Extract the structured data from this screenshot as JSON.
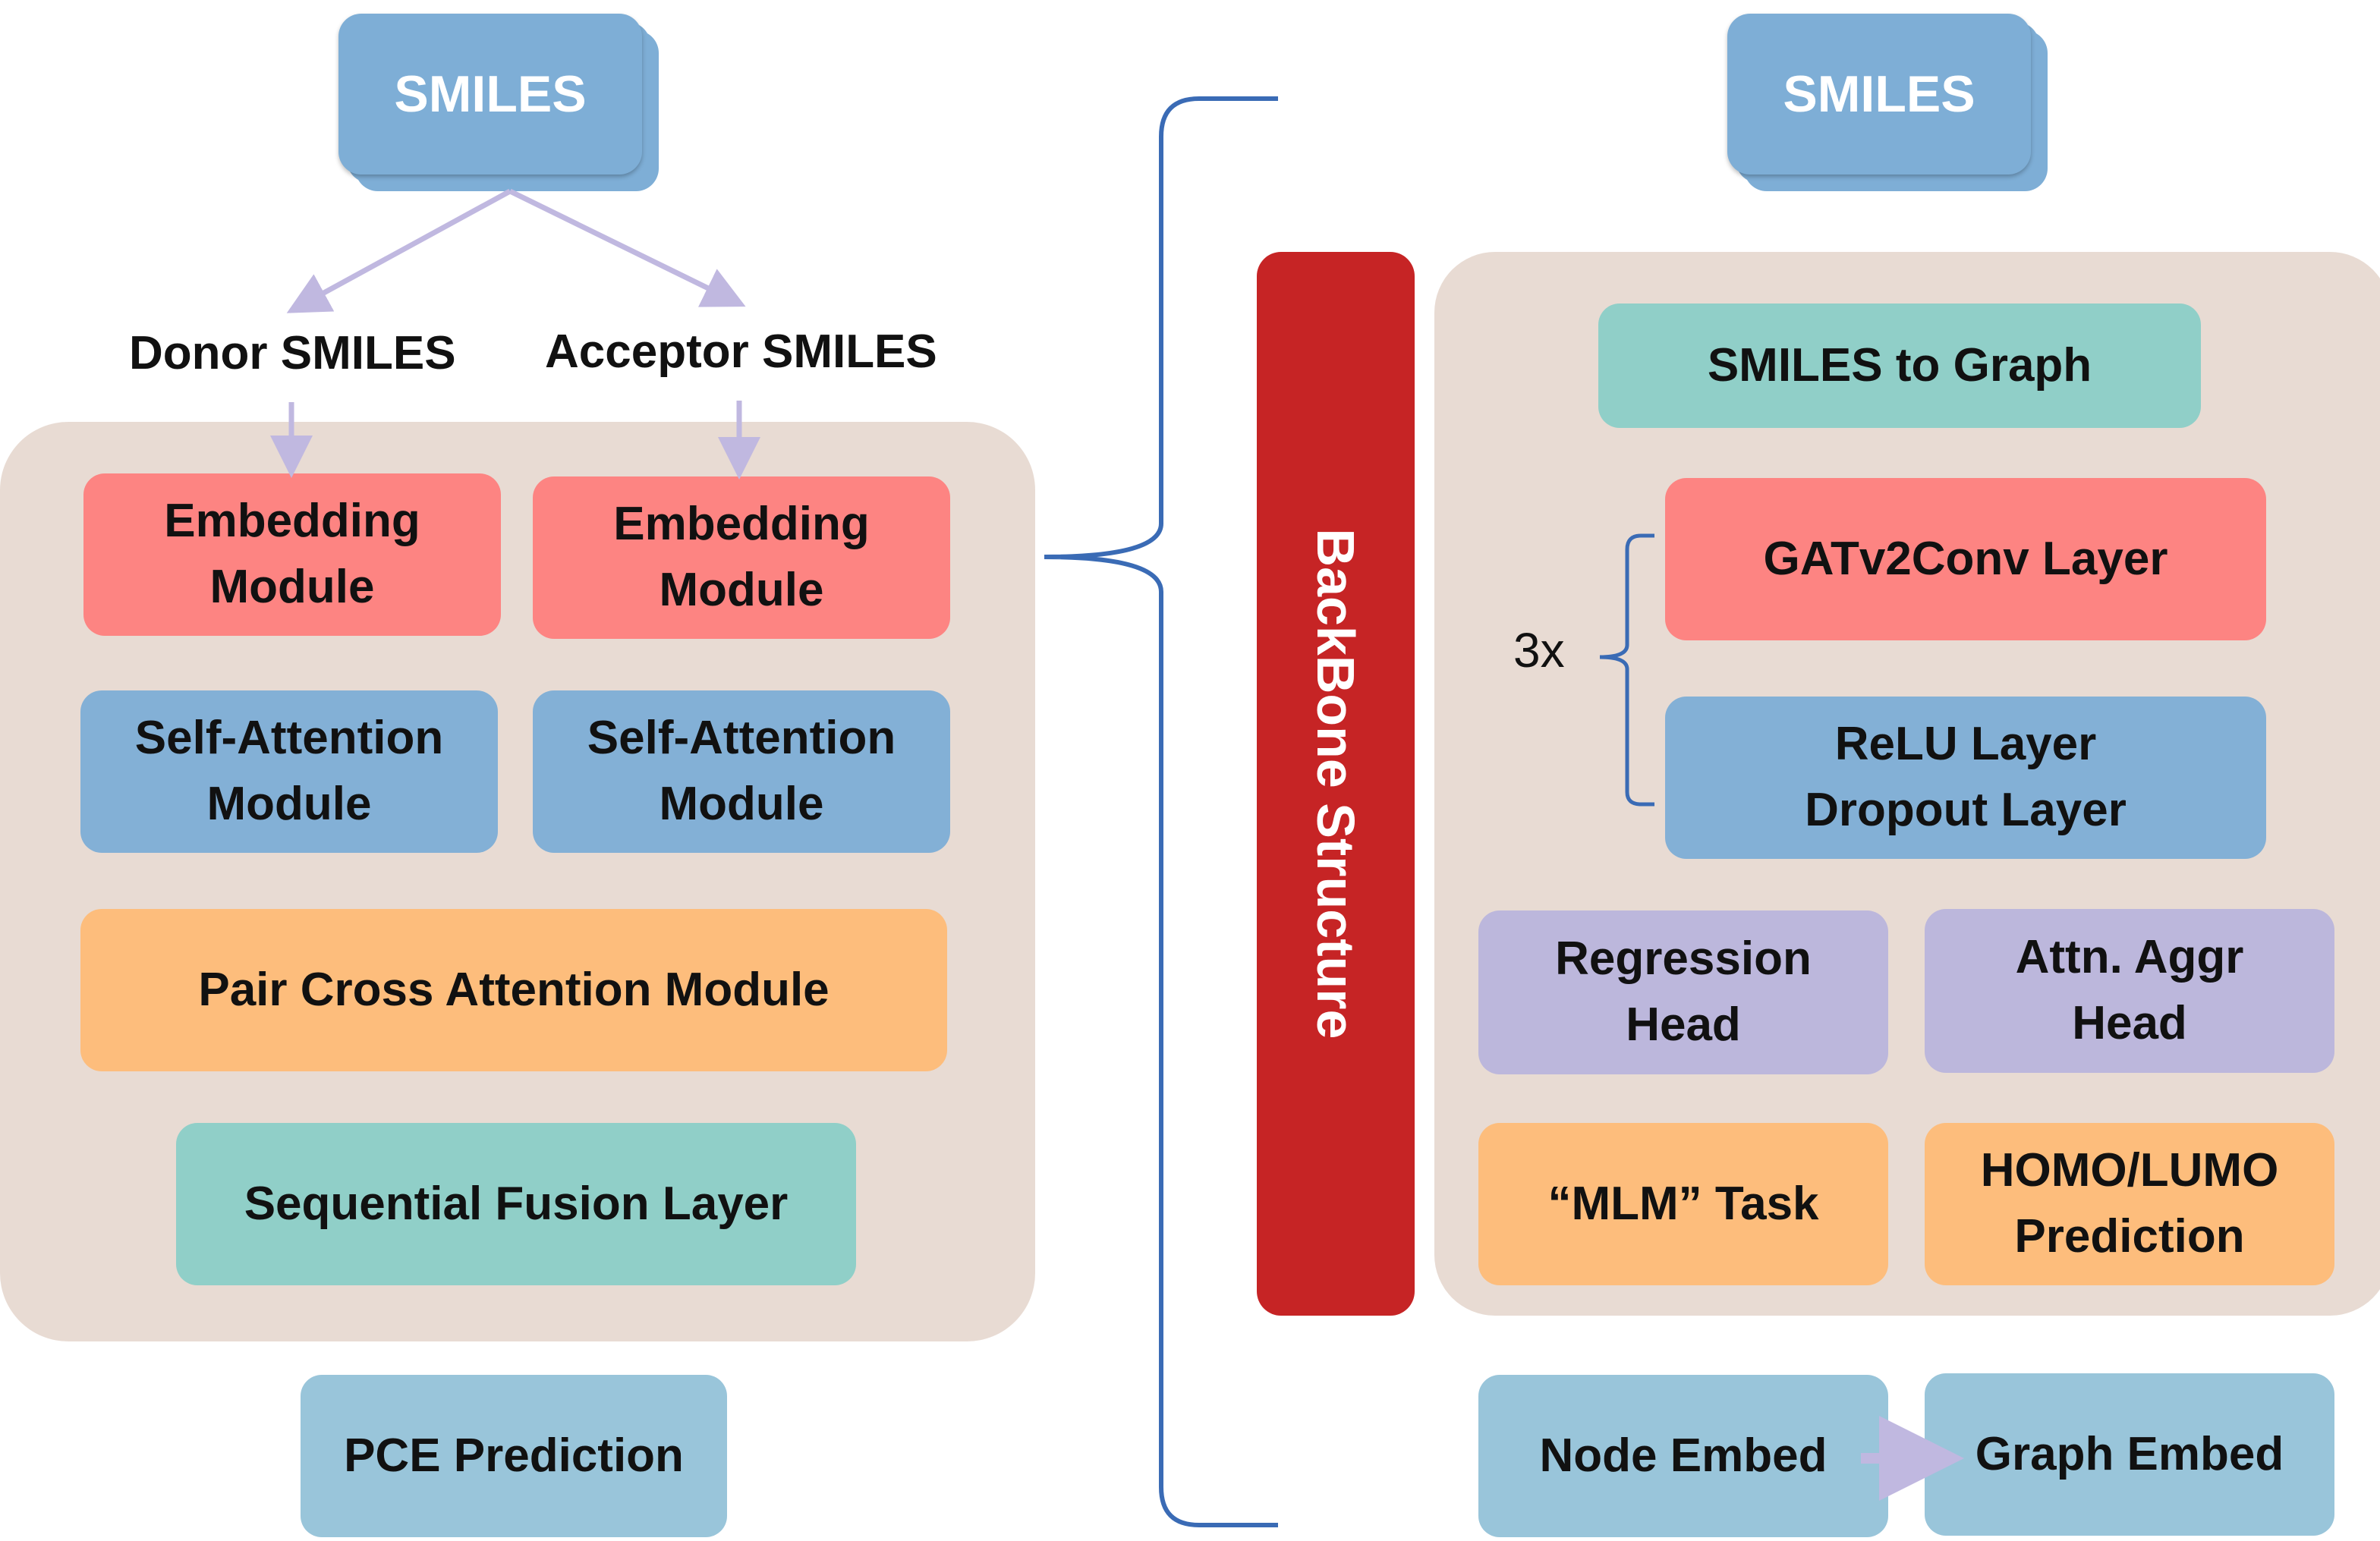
{
  "left": {
    "smiles_label": "SMILES",
    "donor_label": "Donor SMILES",
    "acceptor_label": "Acceptor SMILES",
    "embedding_donor": "Embedding\nModule",
    "embedding_acceptor": "Embedding\nModule",
    "self_attention_donor": "Self-Attention\nModule",
    "self_attention_acceptor": "Self-Attention\nModule",
    "pair_cross_attention": "Pair Cross Attention Module",
    "sequential_fusion": "Sequential Fusion Layer",
    "pce_prediction": "PCE Prediction"
  },
  "backbone": {
    "label": "BackBone Structure",
    "color": "#c62425"
  },
  "right": {
    "smiles_label": "SMILES",
    "smiles_to_graph": "SMILES to Graph",
    "repeat_label": "3x",
    "gatv2conv": "GATv2Conv Layer",
    "relu_dropout": "ReLU Layer\nDropout Layer",
    "regression_head": "Regression\nHead",
    "attn_aggr_head": "Attn. Aggr\nHead",
    "mlm_task": "“MLM” Task",
    "homo_lumo": "HOMO/LUMO\nPrediction",
    "node_embed": "Node Embed",
    "graph_embed": "Graph Embed"
  },
  "colors": {
    "panel": "#e8dbd3",
    "embedding": "#fd8482",
    "attention": "#83b0d6",
    "fusion": "#90cfc8",
    "cross_attention": "#fdbd7c",
    "head": "#bcb7dc",
    "output": "#99c5da",
    "smiles": "#7eaed6",
    "arrow": "#c0b8e0",
    "brace": "#3a6bb5"
  }
}
